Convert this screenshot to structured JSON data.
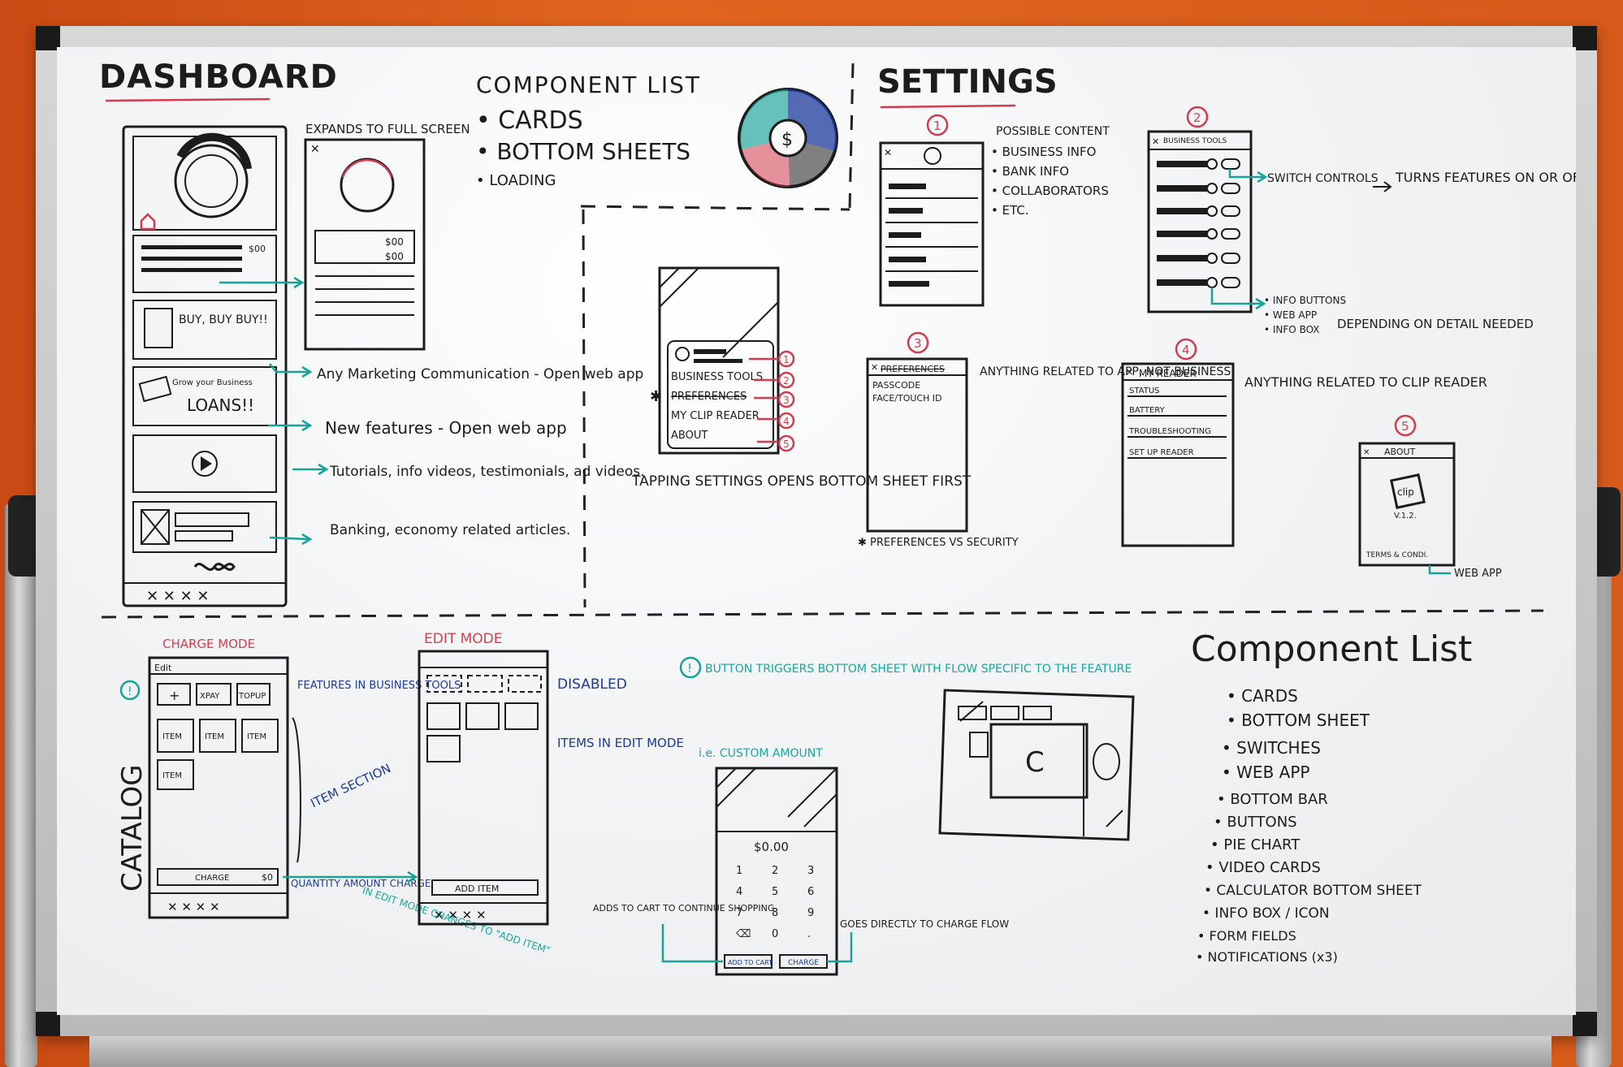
{
  "dashboard": {
    "title": "DASHBOARD",
    "expands_note": "EXPANDS TO FULL SCREEN",
    "card_buy": "BUY, BUY BUY!!",
    "card_loans_small": "Grow your Business",
    "card_loans": "LOANS!!",
    "amount_1": "$00",
    "amount_2": "$00",
    "notes": [
      "Any Marketing Communication - Open web app",
      "New features - Open web app",
      "Tutorials, info videos, testimonials, ad videos.",
      "Banking, economy related articles."
    ]
  },
  "component_list_top": {
    "title": "COMPONENT LIST",
    "items": [
      "• CARDS",
      "• BOTTOM SHEETS",
      "• LOADING"
    ]
  },
  "tapping": {
    "menu": [
      "BUSINESS TOOLS",
      "PREFERENCES",
      "MY CLIP READER",
      "ABOUT"
    ],
    "numbers": [
      "1",
      "2",
      "3",
      "4",
      "5"
    ],
    "caption": "TAPPING SETTINGS OPENS BOTTOM SHEET FIRST"
  },
  "settings": {
    "title": "SETTINGS",
    "possible_title": "POSSIBLE CONTENT",
    "possible_items": [
      "• BUSINESS INFO",
      "• BANK INFO",
      "• COLLABORATORS",
      "• ETC."
    ],
    "biz_tools_label": "BUSINESS TOOLS",
    "switch_note": "SWITCH CONTROLS",
    "turns_note": "TURNS FEATURES ON OR OFF",
    "info_note_1": "• INFO BUTTONS",
    "info_note_2": "• WEB APP",
    "info_note_3": "• INFO BOX",
    "depending_note": "DEPENDING ON DETAIL NEEDED",
    "preferences_title": "PREFERENCES",
    "preferences_items": [
      "PASSCODE",
      "FACE/TOUCH ID"
    ],
    "anything_app": "ANYTHING RELATED TO APP, NOT BUSINESS",
    "pref_vs_sec": "✱ PREFERENCES VS SECURITY",
    "reader_title": "MY READER",
    "reader_items": [
      "STATUS",
      "BATTERY",
      "TROUBLESHOOTING",
      "SET UP READER"
    ],
    "anything_reader": "ANYTHING RELATED TO CLIP READER",
    "about_title": "ABOUT",
    "about_logo": "clip",
    "about_version": "V.1.2.",
    "about_terms": "TERMS & CONDI.",
    "web_app": "WEB APP"
  },
  "catalog": {
    "title": "CATALOG",
    "charge_mode": "CHARGE MODE",
    "edit_mode": "EDIT MODE",
    "top_edit": "Edit",
    "buttons": [
      "+",
      "XPAY",
      "TOPUP"
    ],
    "items": [
      "ITEM",
      "ITEM",
      "ITEM",
      "ITEM"
    ],
    "charge_bar": "CHARGE",
    "charge_amount": "$0",
    "features_note": "FEATURES IN BUSINESS TOOLS",
    "item_section": "ITEM SECTION",
    "quantity_note": "QUANTITY AMOUNT CHARGE",
    "edit_changes": "IN EDIT MODE CHANGES TO \"ADD ITEM\"",
    "disabled": "DISABLED",
    "items_edit": "ITEMS IN EDIT MODE",
    "add_item": "ADD ITEM"
  },
  "keypad": {
    "button_note": "BUTTON TRIGGERS BOTTOM SHEET WITH FLOW SPECIFIC TO THE FEATURE",
    "ie_note": "i.e. CUSTOM AMOUNT",
    "amount": "$0.00",
    "keys": [
      "1",
      "2",
      "3",
      "4",
      "5",
      "6",
      "7",
      "8",
      "9",
      "⌫",
      "0",
      "."
    ],
    "add_cart": "ADD TO CART",
    "charge": "CHARGE",
    "adds_note": "ADDS TO CART TO CONTINUE SHOPPING",
    "goes_note": "GOES DIRECTLY TO CHARGE FLOW"
  },
  "component_list_bottom": {
    "title": "Component List",
    "items": [
      "• CARDS",
      "• BOTTOM SHEET",
      "• SWITCHES",
      "• WEB APP",
      "• BOTTOM BAR",
      "• BUTTONS",
      "• PIE CHART",
      "• VIDEO CARDS",
      "• CALCULATOR BOTTOM SHEET",
      "• INFO BOX / ICON",
      "• FORM FIELDS",
      "• NOTIFICATIONS (x3)"
    ]
  },
  "colors": {
    "board": "#f3f4f5",
    "orange_wall": "#d65a1a",
    "ink": "#1c1c1c",
    "teal": "#17a39a",
    "red": "#d33b4f",
    "blue": "#1c3a9c"
  }
}
